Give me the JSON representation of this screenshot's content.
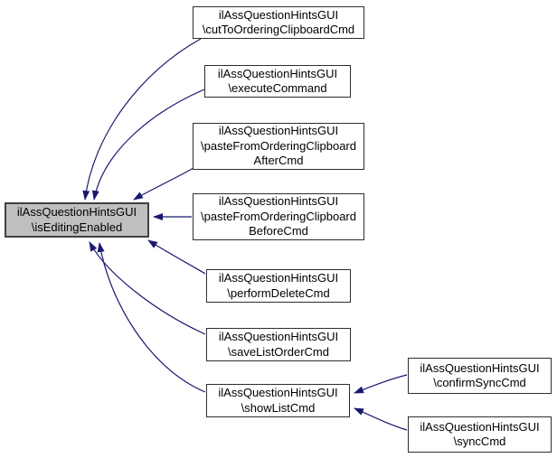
{
  "diagram": {
    "type": "caller-graph",
    "colors": {
      "background": "#ffffff",
      "edge": "#191970",
      "node_border": "#2e2e2e",
      "node_fill": "#ffffff",
      "focus_node_fill": "#bfbfbf",
      "text": "#000000"
    },
    "nodes": [
      {
        "id": "isEditingEnabled",
        "label": "ilAssQuestionHintsGUI\n\\isEditingEnabled",
        "focus": true
      },
      {
        "id": "cutToOrderingClipboardCmd",
        "label": "ilAssQuestionHintsGUI\n\\cutToOrderingClipboardCmd",
        "focus": false
      },
      {
        "id": "executeCommand",
        "label": "ilAssQuestionHintsGUI\n\\executeCommand",
        "focus": false
      },
      {
        "id": "pasteFromOrderingClipboardAfterCmd",
        "label": "ilAssQuestionHintsGUI\n\\pasteFromOrderingClipboard\nAfterCmd",
        "focus": false
      },
      {
        "id": "pasteFromOrderingClipboardBeforeCmd",
        "label": "ilAssQuestionHintsGUI\n\\pasteFromOrderingClipboard\nBeforeCmd",
        "focus": false
      },
      {
        "id": "performDeleteCmd",
        "label": "ilAssQuestionHintsGUI\n\\performDeleteCmd",
        "focus": false
      },
      {
        "id": "saveListOrderCmd",
        "label": "ilAssQuestionHintsGUI\n\\saveListOrderCmd",
        "focus": false
      },
      {
        "id": "showListCmd",
        "label": "ilAssQuestionHintsGUI\n\\showListCmd",
        "focus": false
      },
      {
        "id": "confirmSyncCmd",
        "label": "ilAssQuestionHintsGUI\n\\confirmSyncCmd",
        "focus": false
      },
      {
        "id": "syncCmd",
        "label": "ilAssQuestionHintsGUI\n\\syncCmd",
        "focus": false
      }
    ],
    "edges": [
      {
        "from": "cutToOrderingClipboardCmd",
        "to": "isEditingEnabled"
      },
      {
        "from": "executeCommand",
        "to": "isEditingEnabled"
      },
      {
        "from": "pasteFromOrderingClipboardAfterCmd",
        "to": "isEditingEnabled"
      },
      {
        "from": "pasteFromOrderingClipboardBeforeCmd",
        "to": "isEditingEnabled"
      },
      {
        "from": "performDeleteCmd",
        "to": "isEditingEnabled"
      },
      {
        "from": "saveListOrderCmd",
        "to": "isEditingEnabled"
      },
      {
        "from": "showListCmd",
        "to": "isEditingEnabled"
      },
      {
        "from": "confirmSyncCmd",
        "to": "showListCmd"
      },
      {
        "from": "syncCmd",
        "to": "showListCmd"
      }
    ]
  }
}
